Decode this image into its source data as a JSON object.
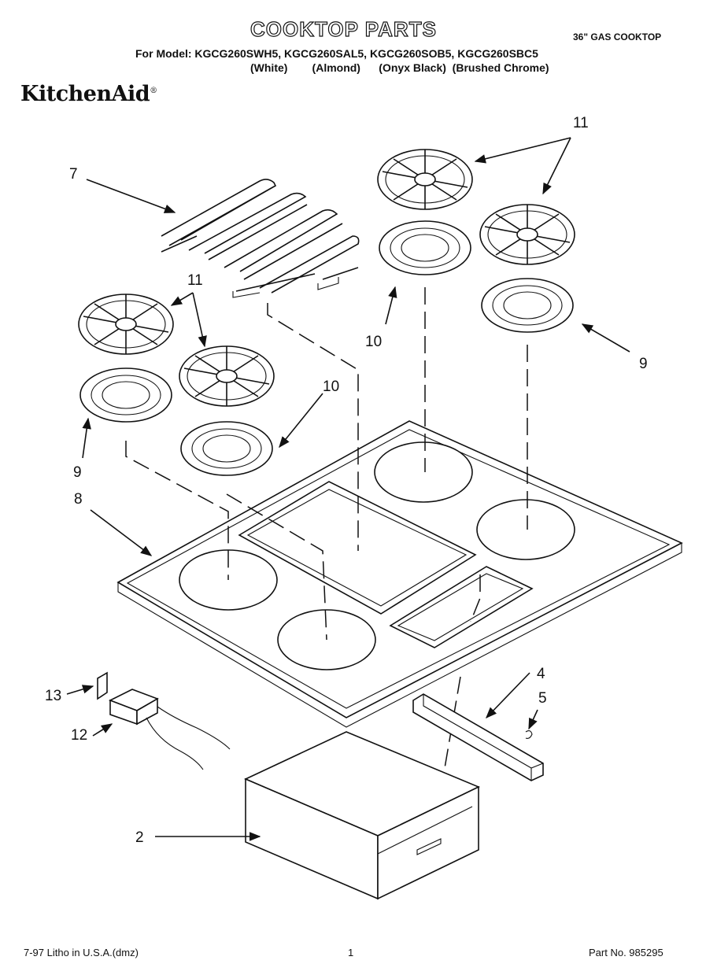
{
  "header": {
    "title": "COOKTOP PARTS",
    "product_type": "36\" GAS COOKTOP",
    "models": "For Model: KGCG260SWH5, KGCG260SAL5, KGCG260SOB5, KGCG260SBC5",
    "colors": "(White)        (Almond)      (Onyx Black)  (Brushed Chrome)",
    "brand": "KitchenAid",
    "brand_mark": "®"
  },
  "callouts": {
    "c2": "2",
    "c4": "4",
    "c5": "5",
    "c7": "7",
    "c8": "8",
    "c9a": "9",
    "c9b": "9",
    "c10a": "10",
    "c10b": "10",
    "c11a": "11",
    "c11b": "11",
    "c12": "12",
    "c13": "13"
  },
  "footer": {
    "litho": "7-97 Litho in U.S.A.(dmz)",
    "page": "1",
    "part_no": "Part No. 985295"
  }
}
